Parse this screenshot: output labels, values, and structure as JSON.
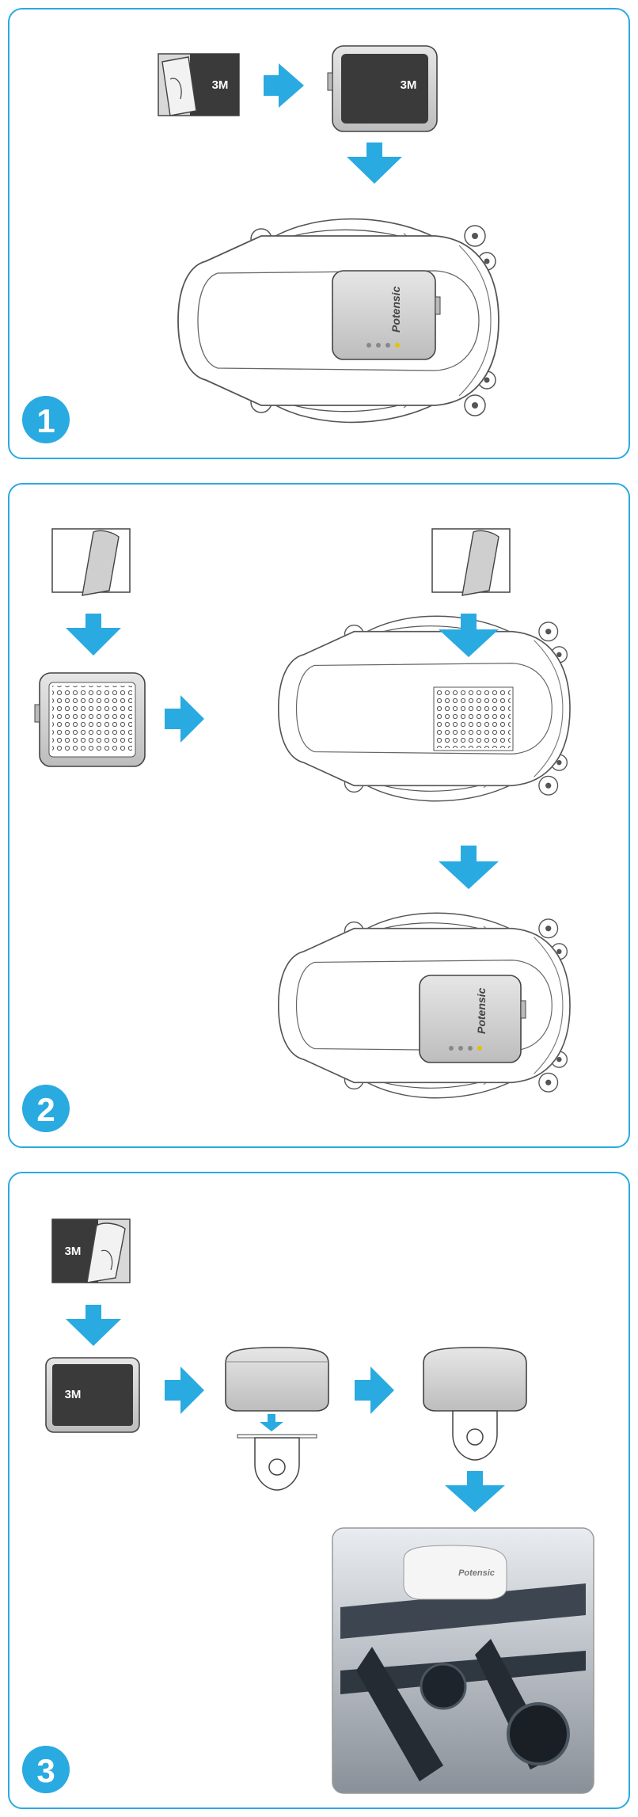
{
  "colors": {
    "accent": "#29aae1",
    "line": "#555555",
    "dark_pad": "#3a3a3a",
    "case": "#cfcfcf"
  },
  "steps": [
    {
      "number": "1",
      "pad_label": "3M",
      "case_label": "3M",
      "device_brand": "Potensic"
    },
    {
      "number": "2",
      "device_brand": "Potensic"
    },
    {
      "number": "3",
      "pad_label": "3M",
      "case_label": "3M",
      "device_brand": "Potensic"
    }
  ]
}
